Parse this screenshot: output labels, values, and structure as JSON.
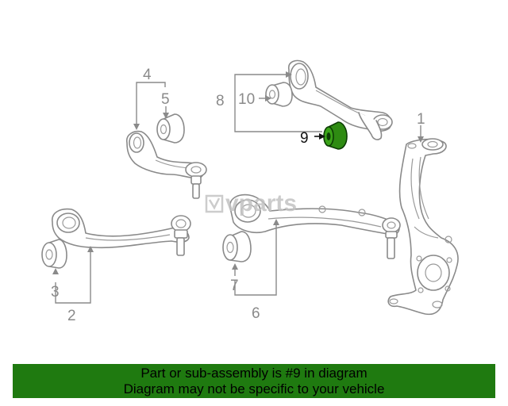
{
  "callouts": {
    "c1": "1",
    "c2": "2",
    "c3": "3",
    "c4": "4",
    "c5": "5",
    "c6": "6",
    "c7": "7",
    "c8": "8",
    "c9": "9",
    "c10": "10"
  },
  "highlighted_callout": "9",
  "highlight_color": "#2e8b12",
  "watermark": "vparts",
  "footer": {
    "line1": "Part or sub-assembly is #9 in diagram",
    "line2": "Diagram may not be specific to your vehicle",
    "background": "#1f7a10"
  }
}
